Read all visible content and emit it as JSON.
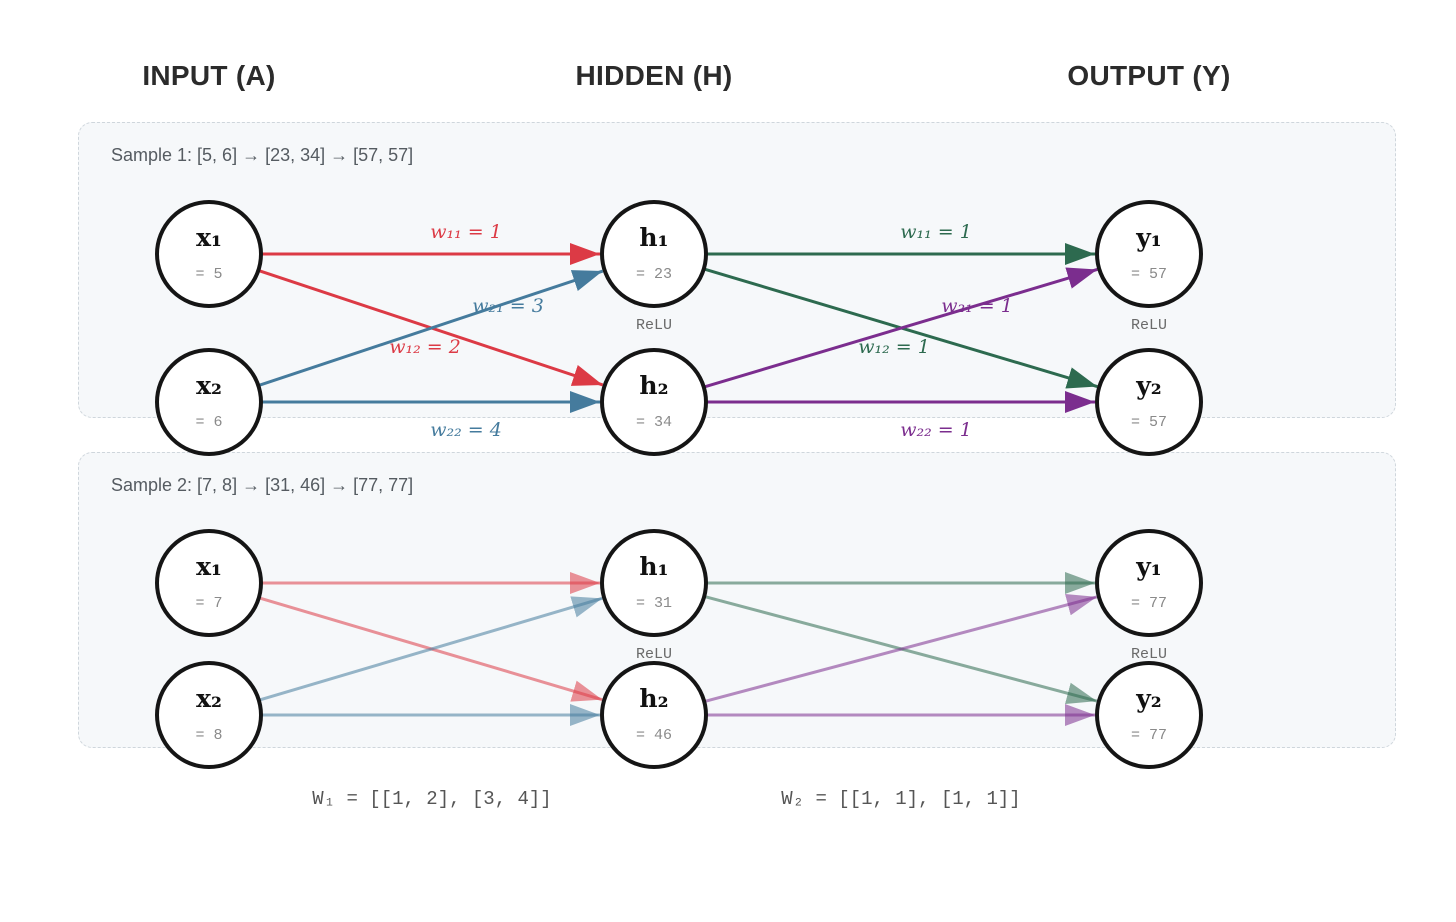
{
  "layers": {
    "input_title": "INPUT (A)",
    "hidden_title": "HIDDEN (H)",
    "output_title": "OUTPUT (Y)"
  },
  "activation_label": "ReLU",
  "colors": {
    "w1_from_x1": "#dc3a45",
    "w1_from_x2": "#457b9d",
    "w2_from_h1": "#2d6a4f",
    "w2_from_h2": "#7b2d8e"
  },
  "samples": [
    {
      "label": "Sample 1: [5, 6] → [23, 34] → [57, 57]",
      "inputs": [
        {
          "name": "x₁",
          "value": "= 5"
        },
        {
          "name": "x₂",
          "value": "= 6"
        }
      ],
      "hidden": [
        {
          "name": "h₁",
          "value": "= 23"
        },
        {
          "name": "h₂",
          "value": "= 34"
        }
      ],
      "outputs": [
        {
          "name": "y₁",
          "value": "= 57"
        },
        {
          "name": "y₂",
          "value": "= 57"
        }
      ],
      "show_weights": true,
      "faded": false
    },
    {
      "label": "Sample 2: [7, 8] → [31, 46] → [77, 77]",
      "inputs": [
        {
          "name": "x₁",
          "value": "= 7"
        },
        {
          "name": "x₂",
          "value": "= 8"
        }
      ],
      "hidden": [
        {
          "name": "h₁",
          "value": "= 31"
        },
        {
          "name": "h₂",
          "value": "= 46"
        }
      ],
      "outputs": [
        {
          "name": "y₁",
          "value": "= 77"
        },
        {
          "name": "y₂",
          "value": "= 77"
        }
      ],
      "show_weights": false,
      "faded": true
    }
  ],
  "weights_layer1": {
    "w11": "w₁₁ = 1",
    "w12": "w₁₂ = 2",
    "w21": "w₂₁ = 3",
    "w22": "w₂₂ = 4"
  },
  "weights_layer2": {
    "w11": "w₁₁ = 1",
    "w12": "w₁₂ = 1",
    "w21": "w₂₁ = 1",
    "w22": "w₂₂ = 1"
  },
  "matrices": {
    "w1": "W₁ = [[1, 2], [3, 4]]",
    "w2": "W₂ = [[1, 1], [1, 1]]"
  }
}
